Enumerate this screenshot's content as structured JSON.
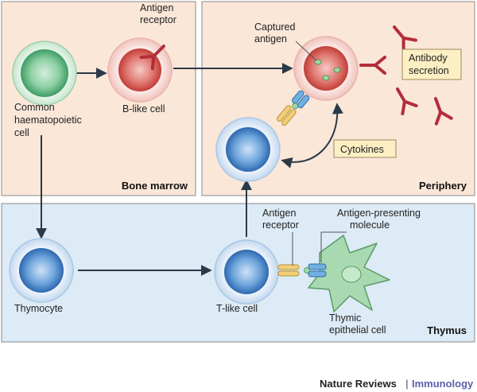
{
  "regions": {
    "bone_marrow": "Bone marrow",
    "periphery": "Periphery",
    "thymus": "Thymus"
  },
  "cells": {
    "common_line1": "Common",
    "common_line2": "haematopoietic",
    "common_line3": "cell",
    "b_like": "B-like cell",
    "thymocyte": "Thymocyte",
    "t_like": "T-like cell",
    "thymic_line1": "Thymic",
    "thymic_line2": "epithelial cell"
  },
  "labels": {
    "antigen_receptor_top_1": "Antigen",
    "antigen_receptor_top_2": "receptor",
    "captured_1": "Captured",
    "captured_2": "antigen",
    "antibody_1": "Antibody",
    "antibody_2": "secretion",
    "cytokines": "Cytokines",
    "antigen_receptor_bottom_1": "Antigen",
    "antigen_receptor_bottom_2": "receptor",
    "apm_1": "Antigen-presenting",
    "apm_2": "molecule"
  },
  "footer": {
    "journal": "Nature Reviews",
    "separator": "|",
    "section": "Immunology",
    "journal_color": "#222222",
    "section_color": "#5b5fa8"
  },
  "colors": {
    "bone_marrow_bg": "#fbe7d8",
    "periphery_bg": "#fbe7d8",
    "thymus_bg": "#dcebf5",
    "green_cell": "#5bb37f",
    "red_cell": "#d9534f",
    "blue_cell": "#3a7cc4",
    "antibody": "#b32d3a",
    "epithelial": "#9fd4a8",
    "callout_bg": "#fcefc4"
  }
}
